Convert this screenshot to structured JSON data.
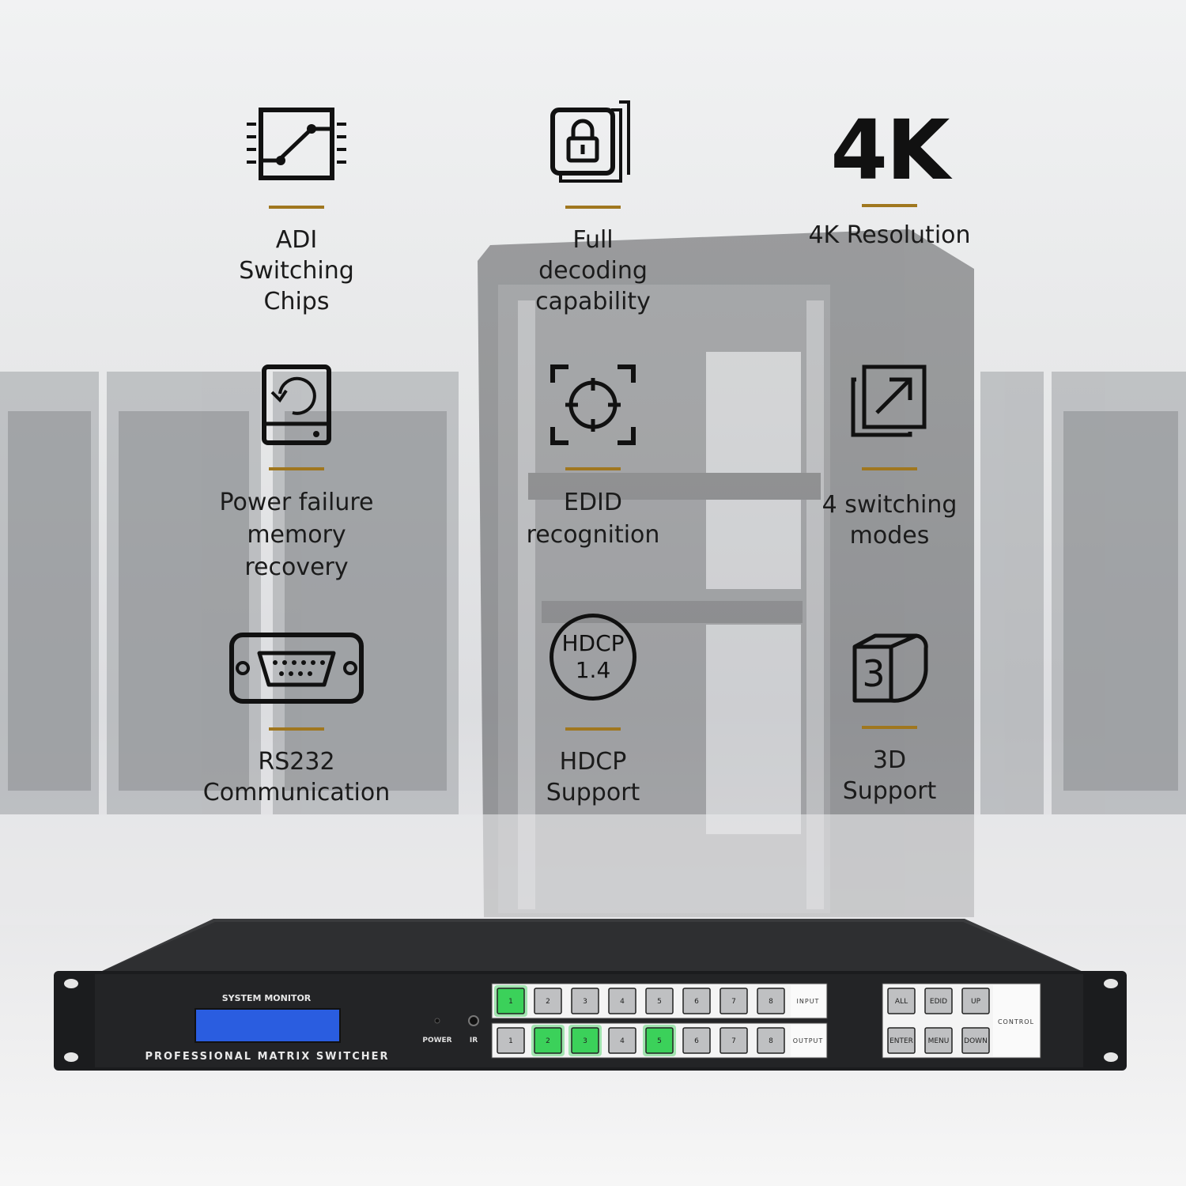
{
  "features": [
    {
      "id": "adi",
      "icon": "switch-chip-icon",
      "label": "ADI\nSwitching\nChips"
    },
    {
      "id": "decoding",
      "icon": "lock-icon",
      "label": "Full\ndecoding\ncapability"
    },
    {
      "id": "resolution",
      "icon": "4k-text-icon",
      "icon_text": "4K",
      "label": "4K Resolution"
    },
    {
      "id": "power",
      "icon": "hard-disk-restore-icon",
      "label": "Power failure\nmemory\nrecovery"
    },
    {
      "id": "edid",
      "icon": "crosshair-icon",
      "label": "EDID\nrecognition"
    },
    {
      "id": "modes",
      "icon": "switch-arrow-icon",
      "label": "4 switching\nmodes"
    },
    {
      "id": "rs232",
      "icon": "serial-port-icon",
      "label": "RS232\nCommunication"
    },
    {
      "id": "hdcp",
      "icon": "hdcp-badge-icon",
      "icon_text": "HDCP\n1.4",
      "label": "HDCP\nSupport"
    },
    {
      "id": "3d",
      "icon": "cube-3d-icon",
      "icon_text": "3",
      "label": "3D\nSupport"
    }
  ],
  "device": {
    "system_monitor": "SYSTEM MONITOR",
    "title": "PROFESSIONAL MATRIX SWITCHER",
    "power_label": "POWER",
    "ir_label": "IR",
    "input_label": "INPUT",
    "output_label": "OUTPUT",
    "control_label": "CONTROL",
    "input_buttons": [
      "1",
      "2",
      "3",
      "4",
      "5",
      "6",
      "7",
      "8"
    ],
    "output_buttons": [
      "1",
      "2",
      "3",
      "4",
      "5",
      "6",
      "7",
      "8"
    ],
    "input_lit": [
      1
    ],
    "output_lit": [
      2,
      3,
      5
    ],
    "control_buttons": [
      "ALL",
      "EDID",
      "UP",
      "ENTER",
      "MENU",
      "DOWN"
    ]
  },
  "colors": {
    "accent_bar": "#a0771f",
    "lcd": "#2a5de0",
    "lit": "#3bd15a"
  }
}
